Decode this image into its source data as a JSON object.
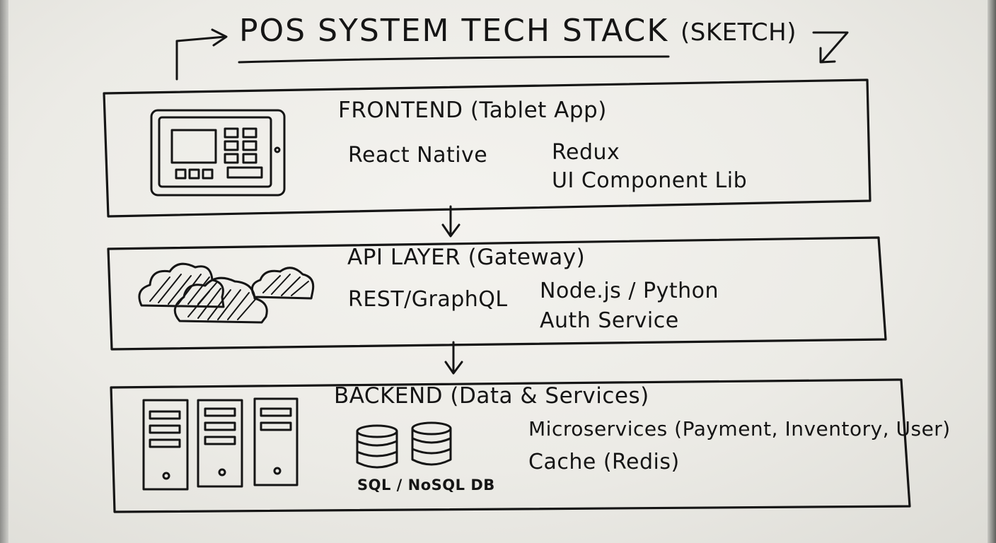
{
  "title": {
    "main": "POS SYSTEM TECH STACK",
    "sub": "(SKETCH)"
  },
  "layers": {
    "frontend": {
      "heading": "FRONTEND (Tablet App)",
      "items": [
        "React Native",
        "Redux",
        "UI Component Lib"
      ],
      "icon": "tablet-icon"
    },
    "api": {
      "heading": "API LAYER (Gateway)",
      "items": [
        "REST/GraphQL",
        "Node.js / Python",
        "Auth Service"
      ],
      "icon": "cloud-icon"
    },
    "backend": {
      "heading": "BACKEND (Data & Services)",
      "items": [
        "Microservices (Payment, Inventory, User)",
        "Cache (Redis)"
      ],
      "db_label": "SQL / NoSQL DB",
      "icons": [
        "server-icon",
        "database-icon"
      ]
    }
  },
  "colors": {
    "ink": "#151515",
    "board": "#f0efeb"
  }
}
